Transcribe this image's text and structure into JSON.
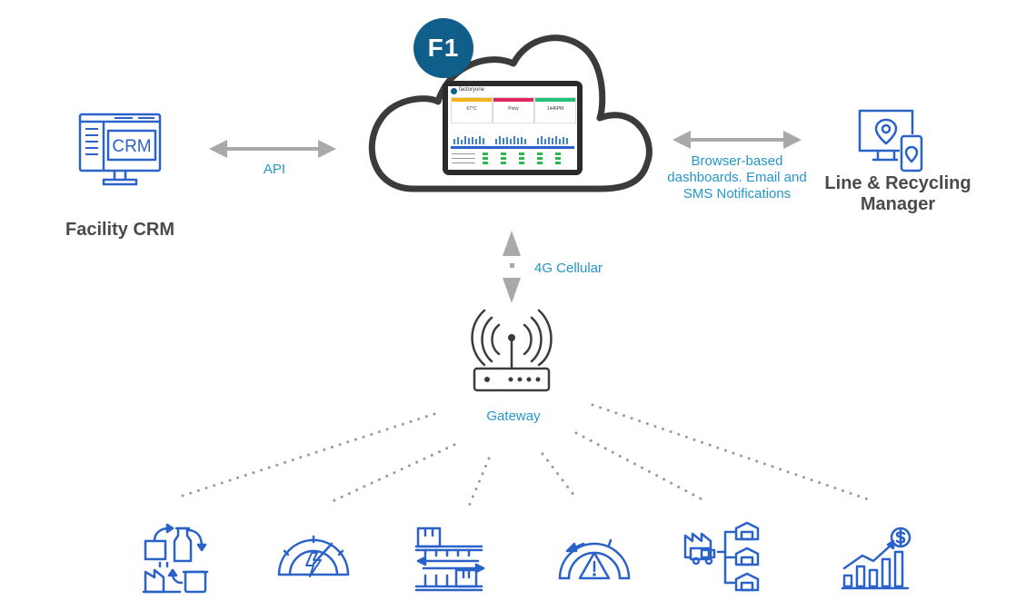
{
  "cloud": {
    "badge_text": "F1"
  },
  "dashboard": {
    "brand": "factoryone",
    "cards": [
      {
        "value": "67°C"
      },
      {
        "value": "Pony"
      },
      {
        "value": "1446PM"
      }
    ]
  },
  "crm": {
    "screen_text": "CRM",
    "label": "Facility CRM"
  },
  "connections": {
    "api_label": "API",
    "browser_label_lines": [
      "Browser-based",
      "dashboards. Email and",
      "SMS Notifications"
    ],
    "cellular_label": "4G Cellular"
  },
  "manager": {
    "label_lines": [
      "Line & Recycling",
      "Manager"
    ]
  },
  "gateway": {
    "label": "Gateway"
  },
  "colors": {
    "accent_blue": "#2a62c9",
    "label_blue": "#2596c8",
    "badge_teal": "#0f5f8a",
    "arrow_grey": "#a9a9a9",
    "dark": "#3c3c3c"
  },
  "icons": [
    "recycling-process-icon",
    "energy-gauge-icon",
    "conveyor-boxes-icon",
    "warning-gauge-icon",
    "factory-warehouses-icon",
    "growth-chart-dollar-icon"
  ]
}
